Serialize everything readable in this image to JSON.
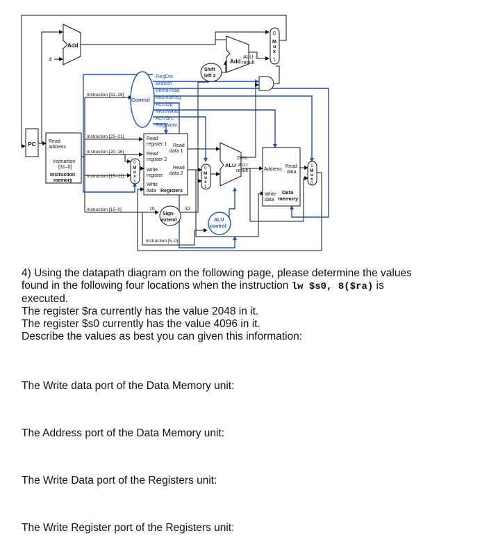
{
  "diagram": {
    "pc": "PC",
    "add_label": "Add",
    "constant_four": "4",
    "add_alu_label": "Add",
    "alu_result_top_1": "ALU",
    "alu_result_top_2": "result",
    "shift_left_1": "Shift",
    "shift_left_2": "left 2",
    "mux_letters": [
      "M",
      "u",
      "x"
    ],
    "mux_top": {
      "in0": "0",
      "in1": "1"
    },
    "mux_regdst": {
      "in0": "0",
      "in1": "1"
    },
    "mux_alusrc": {
      "in0": "0",
      "in1": "1"
    },
    "mux_memtoreg": {
      "in0": "1",
      "in1": "0"
    },
    "control": "Control",
    "control_signals": [
      "RegDst",
      "Branch",
      "MemRead",
      "MemtoReg",
      "ALUOp",
      "MemWrite",
      "ALUSrc",
      "RegWrite"
    ],
    "instr_31_26": "Instruction [31–26]",
    "instr_25_21": "Instruction [25–21]",
    "instr_20_16": "Instruction [20–16]",
    "instr_15_11": "Instruction [15–11]",
    "instr_15_0": "Instruction [15–0]",
    "instr_5_0": "Instruction [5–0]",
    "read_address_1": "Read",
    "read_address_2": "address",
    "instruction_31_0_1": "Instruction",
    "instruction_31_0_2": "[31–0]",
    "instruction_memory_1": "Instruction",
    "instruction_memory_2": "memory",
    "read_register_1a": "Read",
    "read_register_1b": "register 1",
    "read_register_2a": "Read",
    "read_register_2b": "register 2",
    "write_register_a": "Write",
    "write_register_b": "register",
    "write_data_a": "Write",
    "write_data_b": "data",
    "registers": "Registers",
    "read_data_1a": "Read",
    "read_data_1b": "data 1",
    "read_data_2a": "Read",
    "read_data_2b": "data 2",
    "alu_main": "ALU",
    "zero": "Zero",
    "alu_result_1": "ALU",
    "alu_result_2": "result",
    "dm_address": "Address",
    "dm_read_data_1": "Read",
    "dm_read_data_2": "data",
    "dm_write_data_1": "Write",
    "dm_write_data_2": "data",
    "dm_data_memory_1": "Data",
    "dm_data_memory_2": "memory",
    "sign_extend_1": "Sign-",
    "sign_extend_2": "extend",
    "bits_16": "16",
    "bits_32": "32",
    "alu_control_1": "ALU",
    "alu_control_2": "control"
  },
  "question": {
    "line1": "4) Using the datapath diagram on the following page, please determine the values",
    "line2_text": "found in the following four locations when the instruction",
    "instruction_code": "lw  $s0,  8($ra)",
    "line2_end": "is",
    "line3": "executed.",
    "line4": "The register $ra currently has the value 2048 in it.",
    "line5": "The register $s0 currently has the value 4096 in it.",
    "line6": "Describe the values as best you can given this information:"
  },
  "prompts": {
    "p1": "The Write data port of the Data Memory unit:",
    "p2": "The Address port of the Data Memory unit:",
    "p3": "The Write Data port of the Registers unit:",
    "p4": "The Write Register port of the Registers unit:"
  }
}
